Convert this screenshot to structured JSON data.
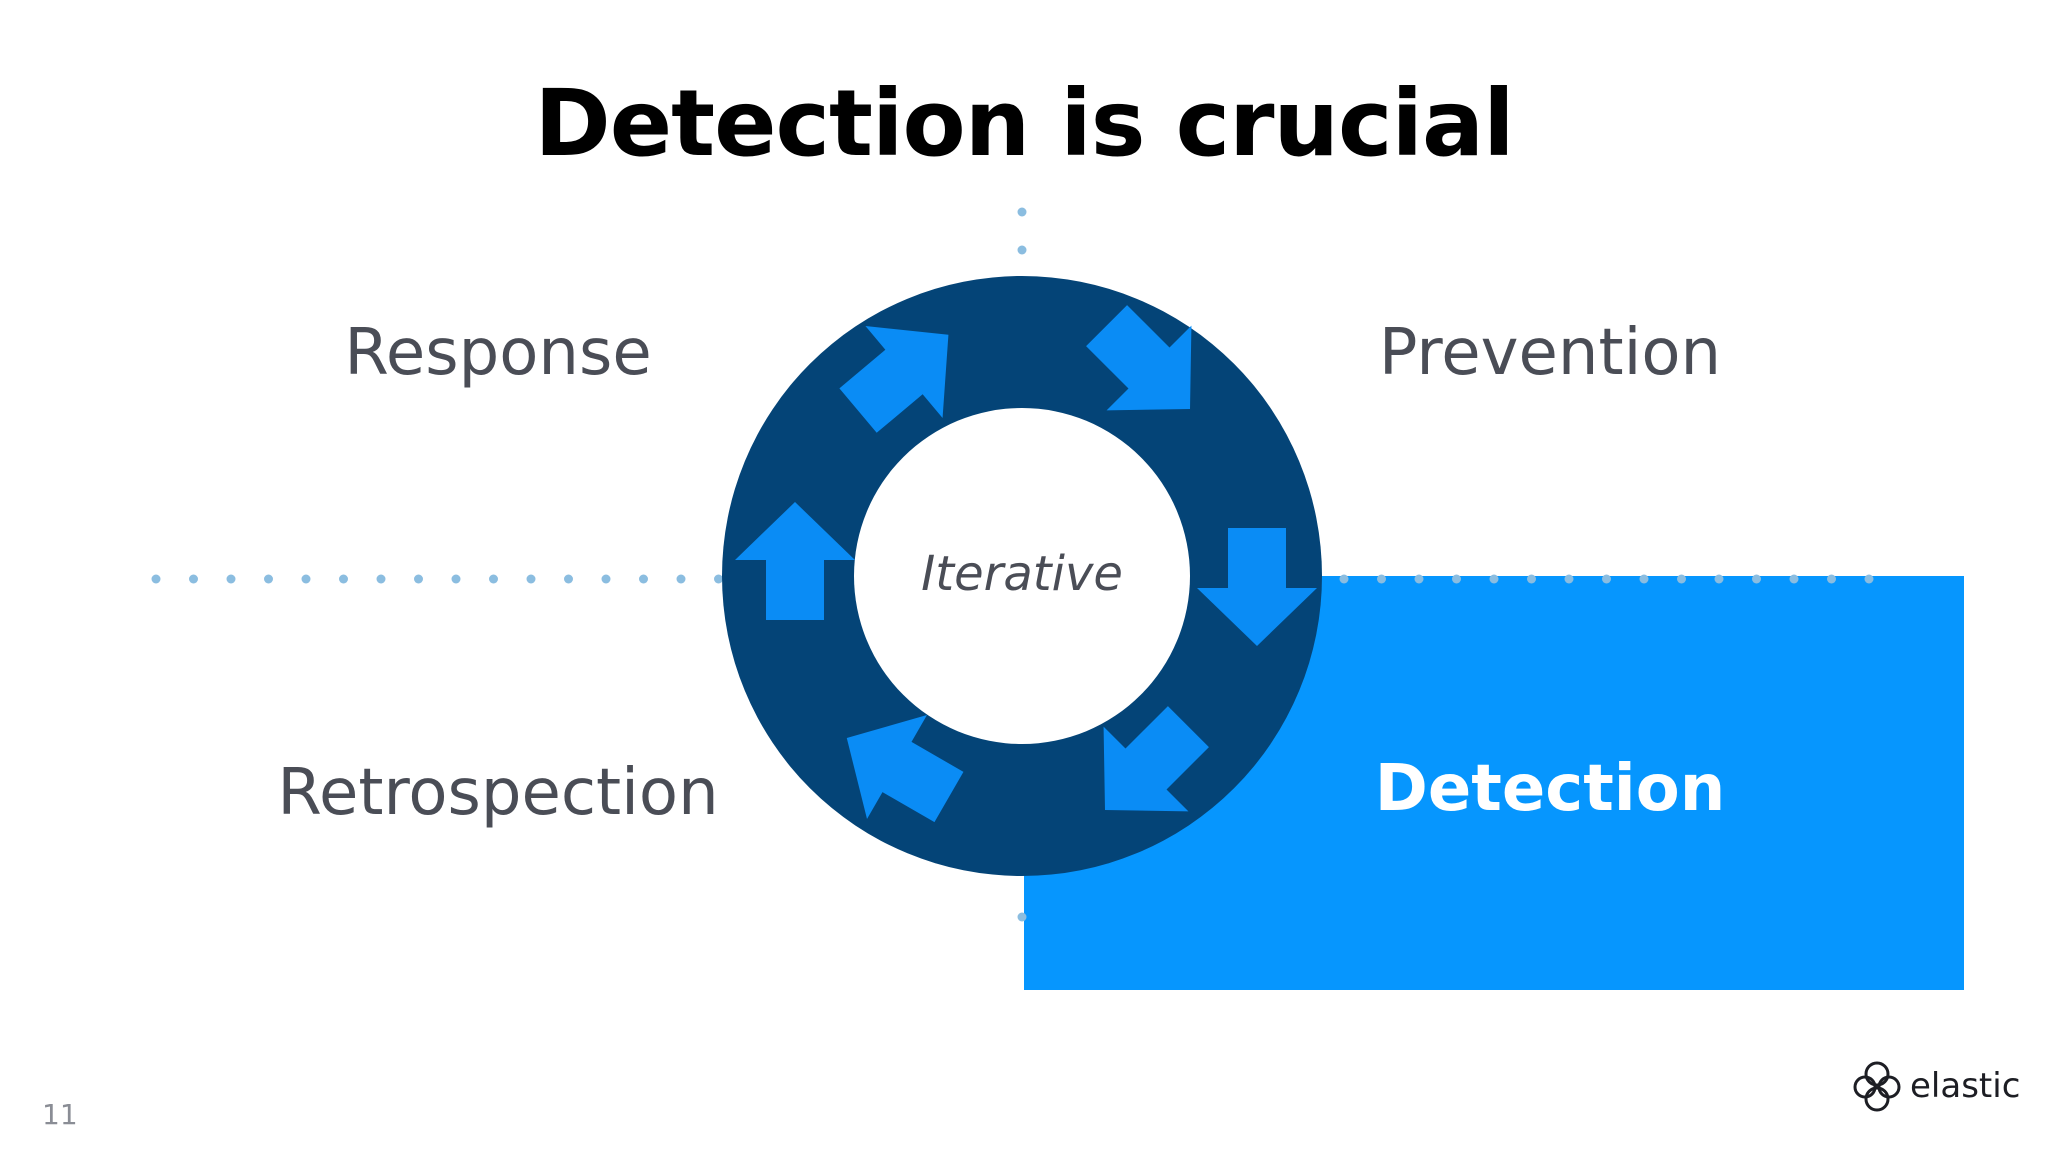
{
  "slide": {
    "title": "Detection is crucial",
    "page_number": "11"
  },
  "cycle": {
    "center_label": "Iterative",
    "quadrants": {
      "top_left": "Response",
      "top_right": "Prevention",
      "bottom_left": "Retrospection",
      "bottom_right": "Detection"
    },
    "highlighted": "Detection"
  },
  "colors": {
    "ring": "#044477",
    "arrows": "#0a8cf5",
    "highlight": "#0696fe",
    "dots": "#8bbde0",
    "label_text": "#4a4d56"
  },
  "logo": {
    "text": "elastic",
    "icon": "elastic-cluster-icon"
  }
}
